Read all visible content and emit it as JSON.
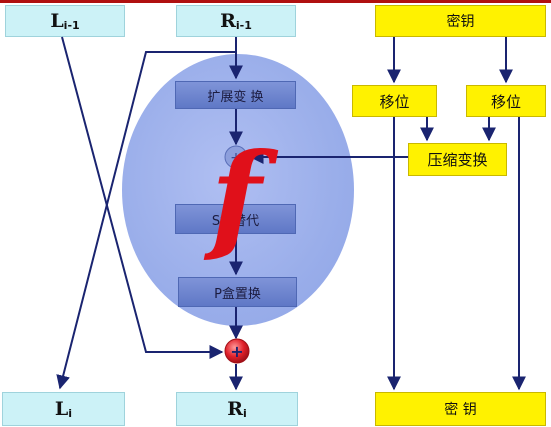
{
  "inputs": {
    "l_prev": {
      "base": "L",
      "sub": "i-1"
    },
    "r_prev": {
      "base": "R",
      "sub": "i-1"
    }
  },
  "outputs": {
    "l_next": {
      "base": "L",
      "sub": "i"
    },
    "r_next": {
      "base": "R",
      "sub": "i"
    }
  },
  "key_top": "密钥",
  "key_bottom": "密 钥",
  "shift_left": "移位",
  "shift_right": "移位",
  "compress": "压缩变换",
  "steps": {
    "expand": "扩展变 换",
    "sbox": "S盒替代",
    "pbox": "P盒置换"
  },
  "f_label": "f",
  "xor_symbol": "+",
  "colors": {
    "frame": "#b01010",
    "lr_box": "#ccf2f7",
    "key_box": "#fff200",
    "step_box": "#6f86d0",
    "ellipse": "#9aaeea",
    "arrow": "#1a2470",
    "xor": "#e0202a",
    "f_symbol": "#e0101a"
  }
}
